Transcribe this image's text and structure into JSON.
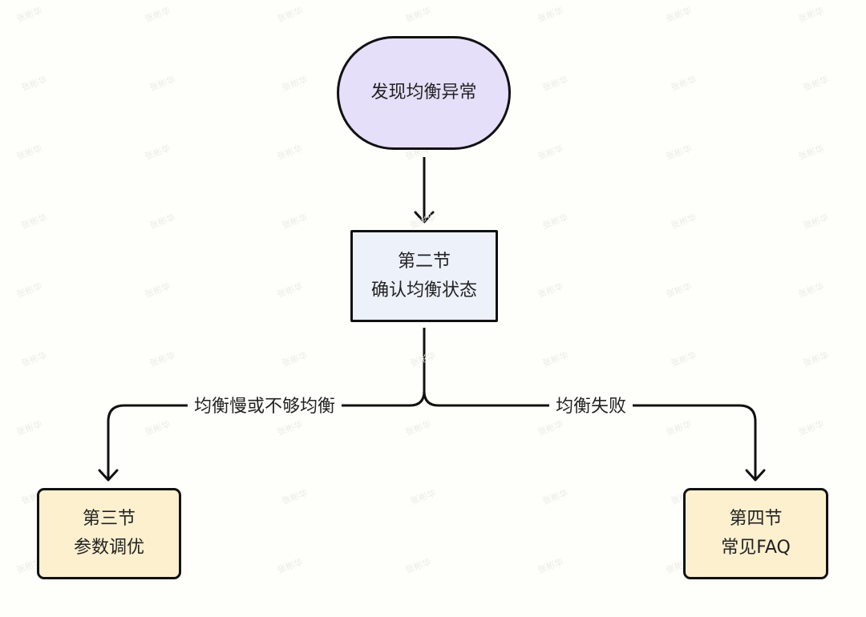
{
  "colors": {
    "start_fill": "#e5dffa",
    "process_fill": "#edf1fa",
    "end_fill": "#fcf0cf",
    "stroke": "#111111",
    "text": "#222222",
    "background": "#fefefa",
    "watermark": "#ecebe6"
  },
  "nodes": {
    "start": {
      "label": "发现均衡异常",
      "shape": "stadium"
    },
    "check": {
      "line1": "第二节",
      "line2": "确认均衡状态",
      "shape": "rectangle"
    },
    "tune": {
      "line1": "第三节",
      "line2": "参数调优",
      "shape": "rounded-rectangle"
    },
    "faq": {
      "line1": "第四节",
      "line2": "常见FAQ",
      "shape": "rounded-rectangle"
    }
  },
  "edges": {
    "start_to_check": {
      "from": "start",
      "to": "check",
      "label": ""
    },
    "check_to_tune": {
      "from": "check",
      "to": "tune",
      "label": "均衡慢或不够均衡"
    },
    "check_to_faq": {
      "from": "check",
      "to": "faq",
      "label": "均衡失败"
    }
  },
  "watermark": {
    "text": "张彬华",
    "icon": "watermark-text"
  }
}
